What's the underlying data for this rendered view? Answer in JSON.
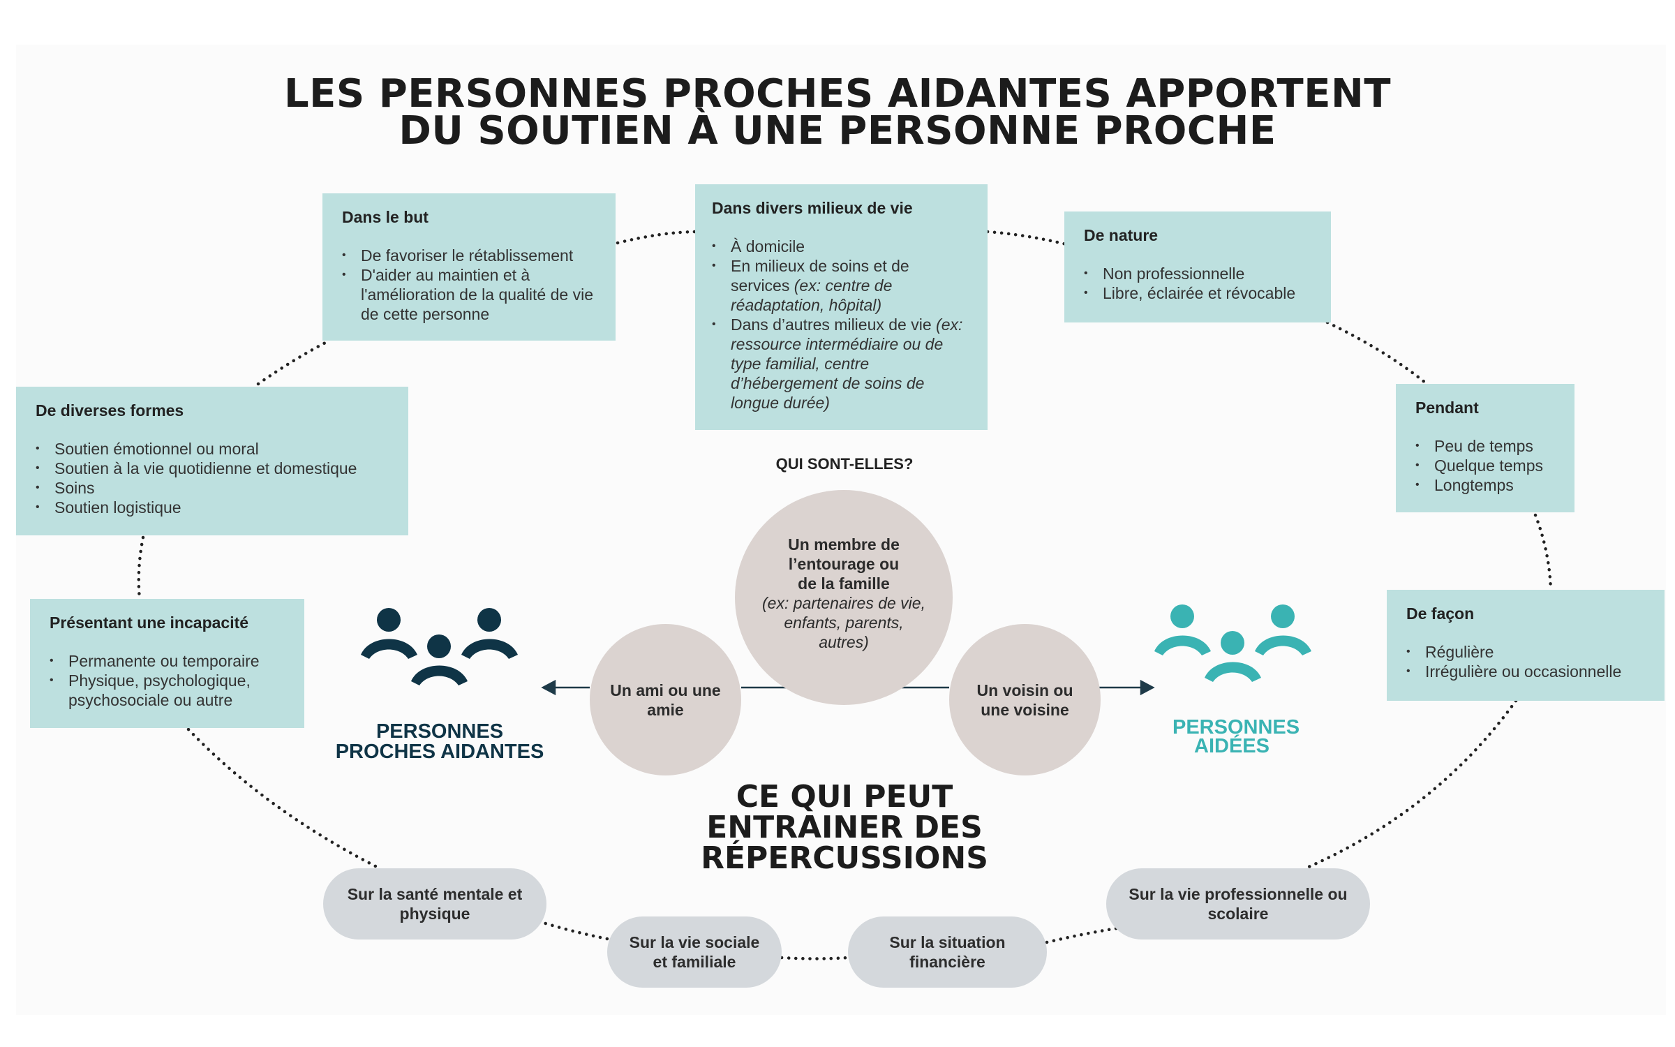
{
  "title": {
    "line1": "LES PERSONNES PROCHES AIDANTES APPORTENT",
    "line2": "DU SOUTIEN À UNE PERSONNE PROCHE"
  },
  "boxes": {
    "but": {
      "heading": "Dans le but",
      "items": [
        "De favoriser le rétablissement",
        "D'aider au maintien et à l'amélioration de la qualité de vie de cette personne"
      ]
    },
    "milieux": {
      "heading": "Dans divers milieux de vie",
      "items": [
        {
          "text": "À domicile",
          "note": ""
        },
        {
          "text": "En milieux de soins et de services ",
          "note": "(ex: centre de réadaptation, hôpital)"
        },
        {
          "text": "Dans d’autres milieux de vie ",
          "note": "(ex: ressource intermédiaire ou de type familial, centre d’hébergement de soins de longue durée)"
        }
      ]
    },
    "nature": {
      "heading": "De nature",
      "items": [
        "Non professionnelle",
        "Libre, éclairée et révocable"
      ]
    },
    "formes": {
      "heading": "De diverses formes",
      "items": [
        "Soutien émotionnel ou moral",
        "Soutien à la vie quotidienne  et domestique",
        "Soins",
        "Soutien logistique"
      ]
    },
    "pendant": {
      "heading": "Pendant",
      "items": [
        "Peu de temps",
        "Quelque temps",
        "Longtemps"
      ]
    },
    "incapacite": {
      "heading": "Présentant une incapacité",
      "items": [
        "Permanente ou temporaire",
        "Physique, psychologique, psychosociale ou autre"
      ]
    },
    "facon": {
      "heading": "De façon",
      "items": [
        "Régulière",
        "Irrégulière ou occasionnelle"
      ]
    }
  },
  "center": {
    "question": "QUI SONT-ELLES?",
    "membre": {
      "bold": "Un membre de l’entourage ou de la famille",
      "note": "(ex: partenaires de vie, enfants, parents, autres)"
    },
    "ami": "Un ami ou une amie",
    "voisin": "Un voisin ou une voisine"
  },
  "groups": {
    "aidantes": "PERSONNES PROCHES AIDANTES",
    "aidees": "PERSONNES AIDÉES"
  },
  "repercussions": {
    "title": "CE QUI PEUT ENTRAINER DES RÉPERCUSSIONS",
    "items": [
      "Sur la santé mentale et physique",
      "Sur la vie sociale et familiale",
      "Sur la situation financière",
      "Sur la vie professionnelle ou scolaire"
    ]
  },
  "colors": {
    "box": "#bde0df",
    "circle": "#dbd3d0",
    "pill": "#d4d8dc",
    "navy": "#0f3446",
    "teal": "#3ab3b3"
  },
  "icons": {
    "aidantes": "group-of-people-icon",
    "aidees": "group-of-people-icon"
  }
}
